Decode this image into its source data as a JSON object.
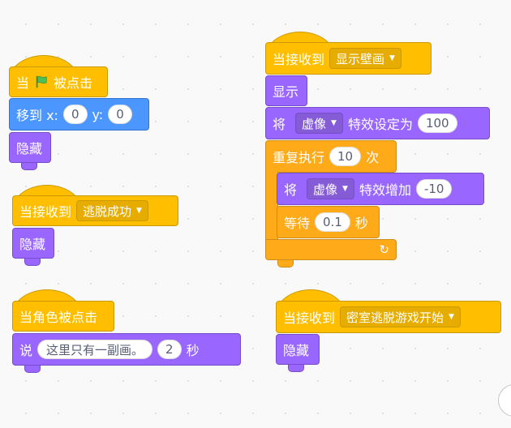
{
  "scripts": {
    "flag_script": {
      "hat_when": "当",
      "hat_clicked": "被点击",
      "goto_label": "移到 x:",
      "goto_x": "0",
      "goto_y_label": "y:",
      "goto_y": "0",
      "hide": "隐藏"
    },
    "escape_success": {
      "hat_label": "当接收到",
      "message": "逃脱成功",
      "hide": "隐藏"
    },
    "sprite_clicked": {
      "hat_label": "当角色被点击",
      "say_label": "说",
      "say_text": "这里只有一副画。",
      "say_secs": "2",
      "say_unit": "秒"
    },
    "show_mural": {
      "hat_label": "当接收到",
      "message": "显示壁画",
      "show": "显示",
      "set_effect_prefix": "将",
      "set_effect_name": "虚像",
      "set_effect_suffix": "特效设定为",
      "set_effect_value": "100",
      "repeat_label": "重复执行",
      "repeat_count": "10",
      "repeat_unit": "次",
      "change_prefix": "将",
      "change_effect_name": "虚像",
      "change_suffix": "特效增加",
      "change_value": "-10",
      "wait_label": "等待",
      "wait_value": "0.1",
      "wait_unit": "秒",
      "loop_arrow": "↻"
    },
    "room_escape_start": {
      "hat_label": "当接收到",
      "message": "密室逃脱游戏开始",
      "hide": "隐藏"
    }
  },
  "icons": {
    "green_flag": "green-flag-icon",
    "dropdown": "caret-down-icon"
  },
  "colors": {
    "events": "#ffbf00",
    "motion": "#4c97ff",
    "looks": "#9966ff",
    "control": "#ffab19"
  }
}
